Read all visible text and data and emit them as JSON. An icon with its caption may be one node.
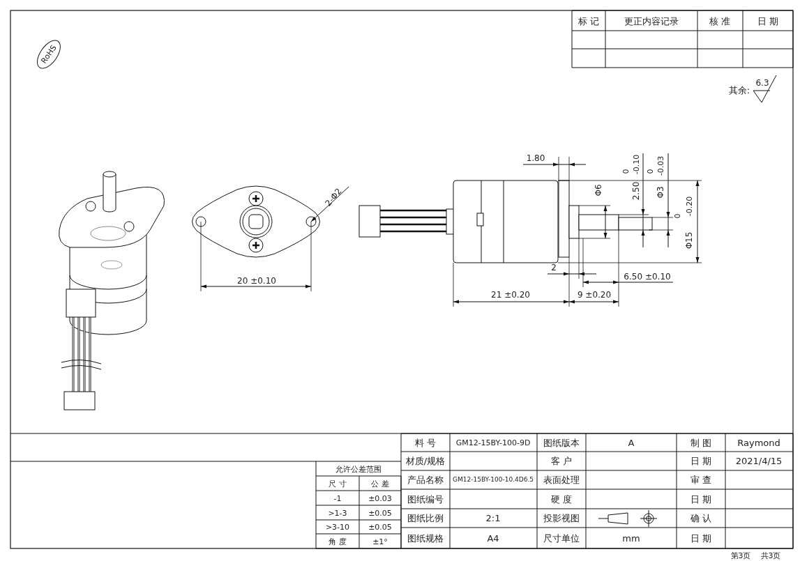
{
  "diagram": {
    "labels": [
      "标 记",
      "更正内容记录",
      "核 准",
      "日 期",
      "RoHS",
      "其余:",
      "6.3",
      "2-Φ2",
      "20 ±0.10",
      "1.80",
      "Φ6",
      "2.50",
      "0",
      "-0.10",
      "Φ3",
      "0",
      "-0.03",
      "Φ15",
      "0",
      "-0.20",
      "2",
      "6.50 ±0.10",
      "21 ±0.20",
      "9 ±0.20",
      "允许公差范围",
      "尺 寸",
      "公 差",
      "-1",
      "±0.03",
      ">1-3",
      "±0.05",
      ">3-10",
      "±0.05",
      "角 度",
      "±1°",
      "料 号",
      "GM12-15BY-100-9D",
      "图纸版本",
      "A",
      "制 图",
      "Raymond",
      "材质/规格",
      "客 户",
      "日 期",
      "2021/4/15",
      "产品名称",
      "GM12-15BY-100-10.4D6.5",
      "表面处理",
      "审 查",
      "图纸编号",
      "硬 度",
      "日 期",
      "图纸比例",
      "2:1",
      "投影视图",
      "确 认",
      "图纸规格",
      "A4",
      "尺寸单位",
      "mm",
      "日 期",
      "第3页",
      "共3页"
    ]
  }
}
